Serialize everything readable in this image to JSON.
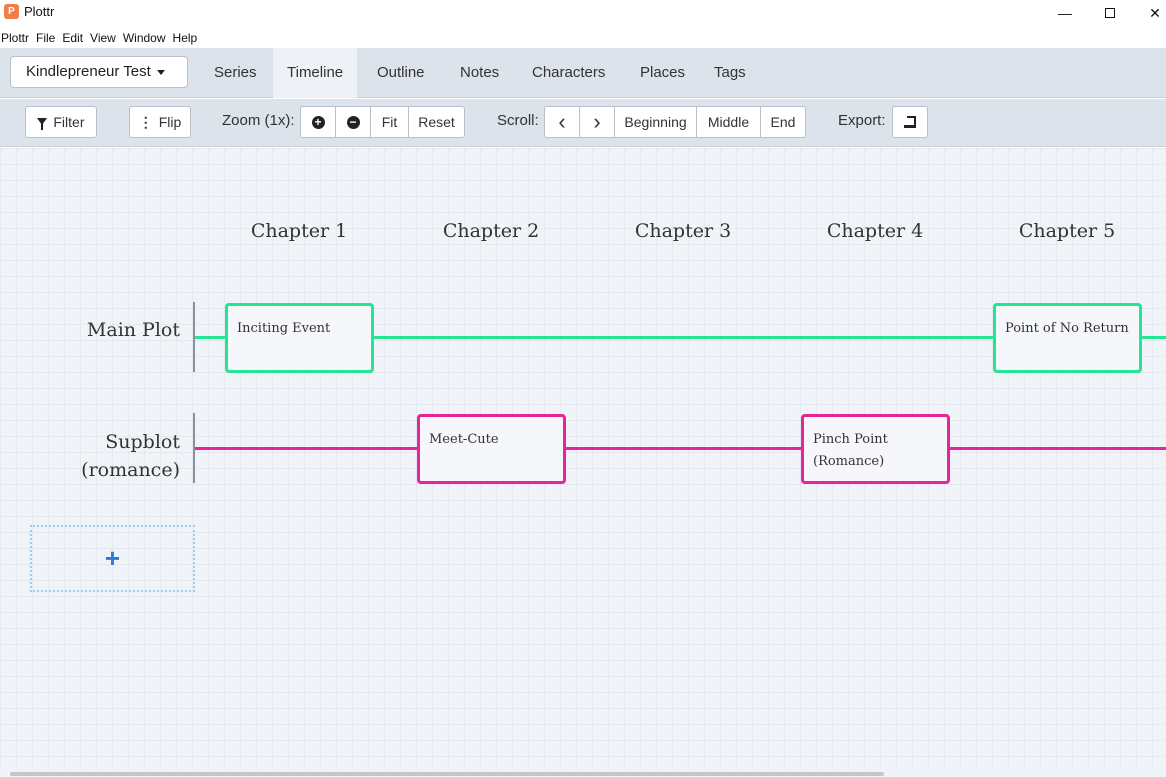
{
  "window": {
    "title": "Plottr",
    "controls": {
      "minimize": "—",
      "close": "✕"
    }
  },
  "menu": [
    "Plottr",
    "File",
    "Edit",
    "View",
    "Window",
    "Help"
  ],
  "tabs": {
    "project": "Kindlepreneur Test",
    "items": [
      "Series",
      "Timeline",
      "Outline",
      "Notes",
      "Characters",
      "Places",
      "Tags"
    ],
    "active": "Timeline"
  },
  "toolbar": {
    "filter": "Filter",
    "flip": "Flip",
    "zoom_label": "Zoom (1x):",
    "zoom_in_glyph": "+",
    "zoom_out_glyph": "−",
    "fit": "Fit",
    "reset": "Reset",
    "scroll_label": "Scroll:",
    "prev_glyph": "‹",
    "next_glyph": "›",
    "beginning": "Beginning",
    "middle": "Middle",
    "end": "End",
    "export_label": "Export:"
  },
  "timeline": {
    "chapters": [
      "Chapter 1",
      "Chapter 2",
      "Chapter 3",
      "Chapter 4",
      "Chapter 5"
    ],
    "lines": [
      {
        "label": "Main Plot",
        "color": "#22e596",
        "cards": [
          {
            "title": "Inciting Event",
            "chapter": 1
          },
          {
            "title": "Point of No Return",
            "chapter": 5
          }
        ]
      },
      {
        "label_line1": "Supblot",
        "label_line2": "(romance)",
        "color": "#e8249a",
        "cards": [
          {
            "title": "Meet-Cute",
            "chapter": 2
          },
          {
            "title_line1": "Pinch Point",
            "title_line2": "(Romance)",
            "chapter": 4
          }
        ]
      }
    ],
    "add_line_glyph": "+"
  }
}
